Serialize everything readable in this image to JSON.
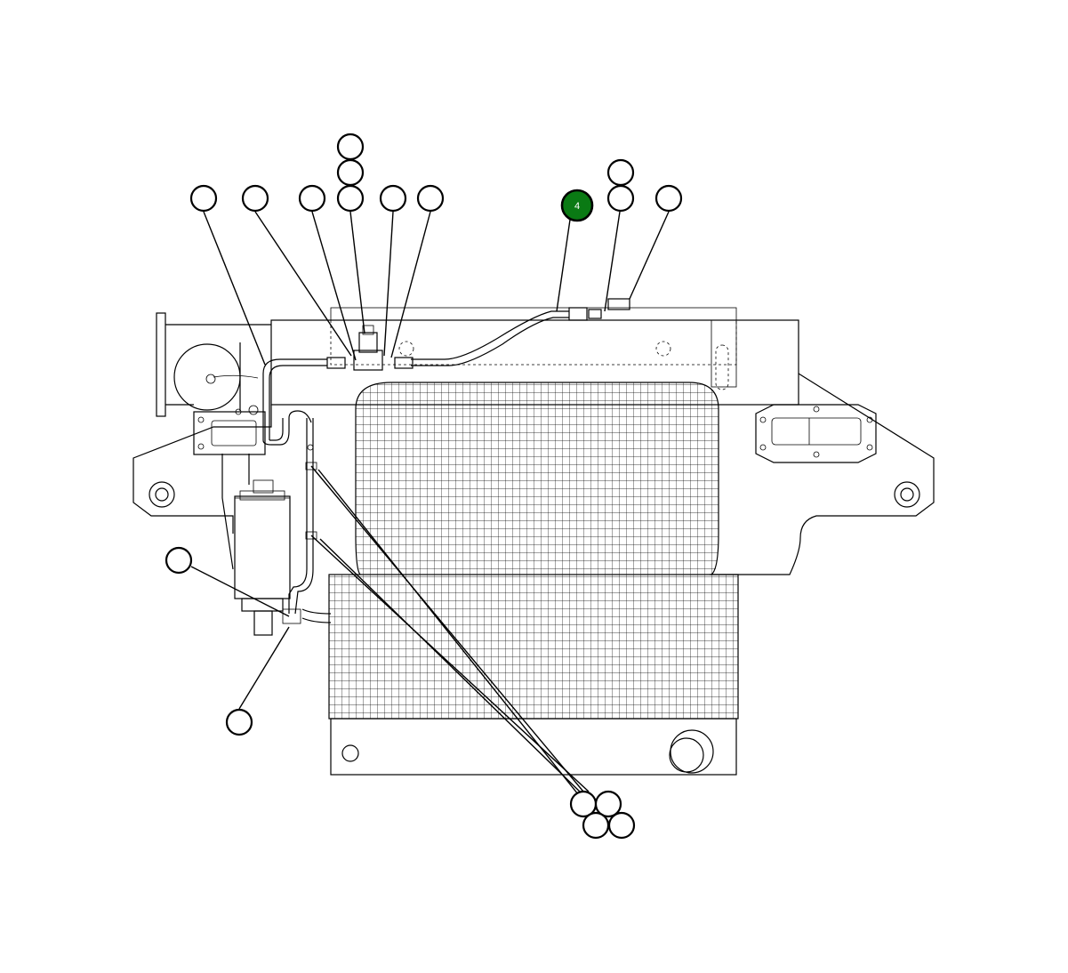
{
  "callouts": [
    {
      "id": "c1",
      "label": ""
    },
    {
      "id": "c2",
      "label": ""
    },
    {
      "id": "c3",
      "label": ""
    },
    {
      "id": "c4",
      "label": ""
    },
    {
      "id": "c5",
      "label": ""
    },
    {
      "id": "c6",
      "label": ""
    },
    {
      "id": "c7",
      "label": ""
    },
    {
      "id": "c8",
      "label": ""
    },
    {
      "id": "c9",
      "label": "4",
      "active": true,
      "color": "#0a7a14"
    },
    {
      "id": "c10",
      "label": ""
    },
    {
      "id": "c11",
      "label": ""
    },
    {
      "id": "c12",
      "label": ""
    },
    {
      "id": "c13",
      "label": ""
    },
    {
      "id": "c14",
      "label": ""
    },
    {
      "id": "c15",
      "label": ""
    },
    {
      "id": "c16",
      "label": ""
    },
    {
      "id": "c17",
      "label": ""
    },
    {
      "id": "c18",
      "label": ""
    }
  ],
  "colors": {
    "active_callout": "#0a7a14",
    "line": "#000000",
    "background": "#ffffff"
  }
}
